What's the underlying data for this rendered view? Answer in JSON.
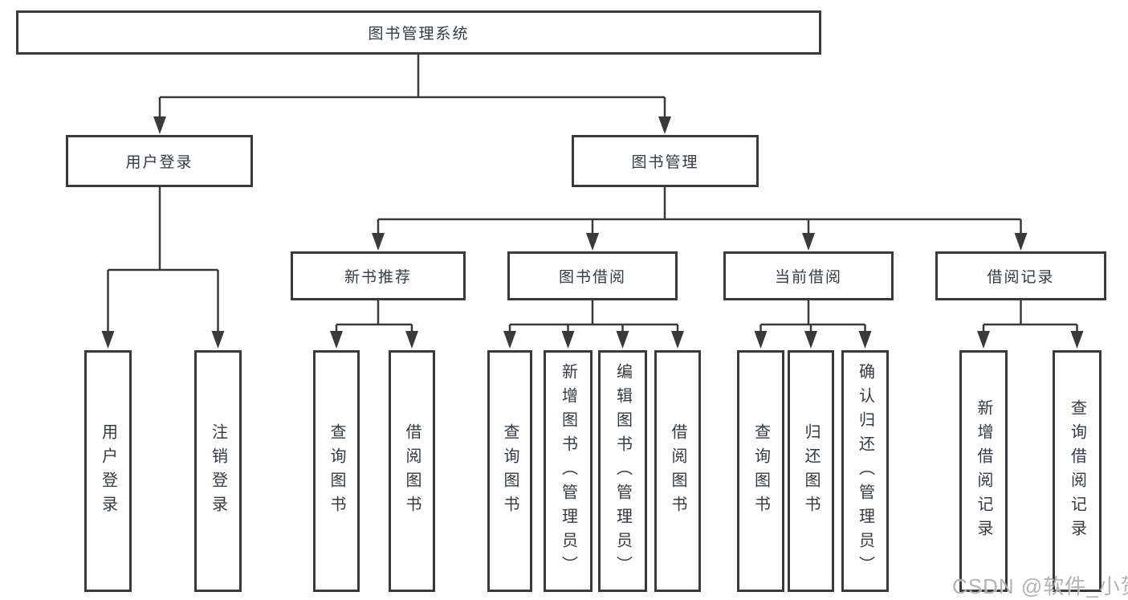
{
  "diagram": {
    "title": "图书管理系统",
    "colors": {
      "line": "#3a3a3a",
      "box_border": "#3a3a3a",
      "text": "#333a42",
      "watermark": "#a8a8a8",
      "background": "#ffffff"
    },
    "tree": {
      "label": "图书管理系统",
      "children": [
        {
          "label": "用户登录",
          "children": [
            {
              "label": "用户登录"
            },
            {
              "label": "注销登录"
            }
          ]
        },
        {
          "label": "图书管理",
          "children": [
            {
              "label": "新书推荐",
              "children": [
                {
                  "label": "查询图书"
                },
                {
                  "label": "借阅图书"
                }
              ]
            },
            {
              "label": "图书借阅",
              "children": [
                {
                  "label": "查询图书"
                },
                {
                  "label": "新增图书（管理员）"
                },
                {
                  "label": "编辑图书（管理员）"
                },
                {
                  "label": "借阅图书"
                }
              ]
            },
            {
              "label": "当前借阅",
              "children": [
                {
                  "label": "查询图书"
                },
                {
                  "label": "归还图书"
                },
                {
                  "label": "确认归还（管理员）"
                }
              ]
            },
            {
              "label": "借阅记录",
              "children": [
                {
                  "label": "新增借阅记录"
                },
                {
                  "label": "查询借阅记录"
                }
              ]
            }
          ]
        }
      ]
    },
    "watermark": {
      "text": "CSDN @软件_小贺同学"
    }
  }
}
